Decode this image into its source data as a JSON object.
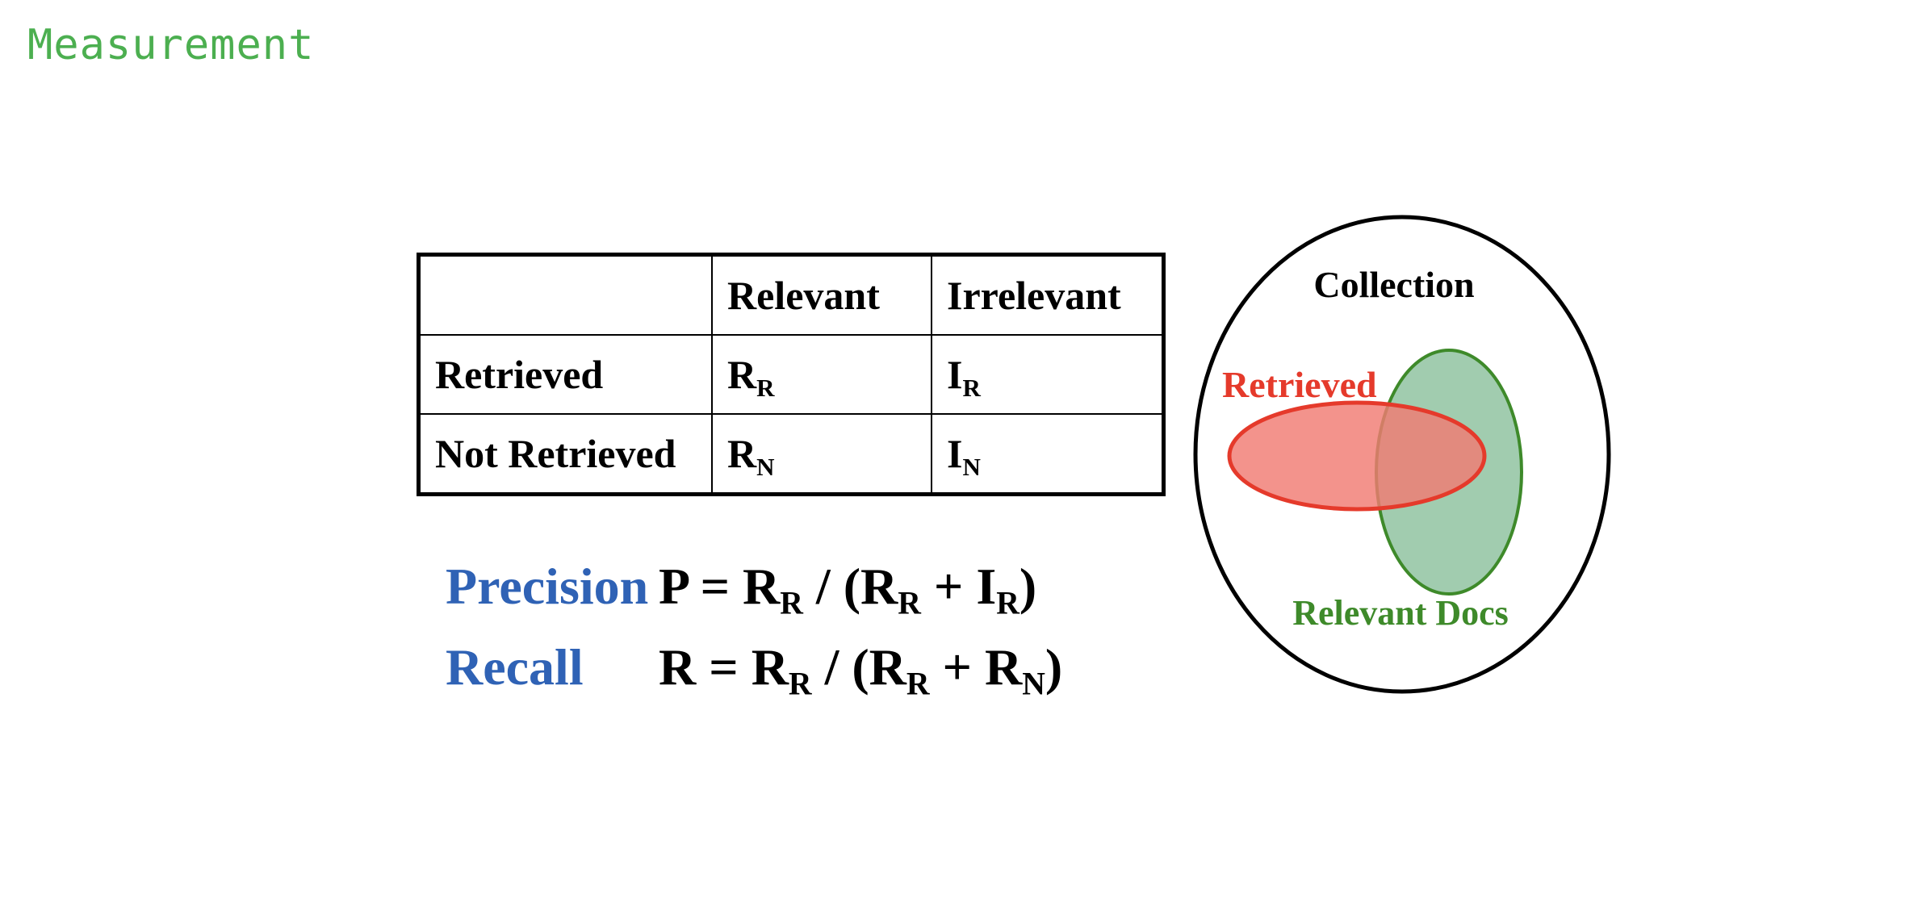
{
  "title": "Measurement",
  "table": {
    "header": [
      "",
      "Relevant",
      "Irrelevant"
    ],
    "rows": [
      {
        "label": "Retrieved",
        "cells": [
          {
            "main": "R",
            "sub": "R"
          },
          {
            "main": "I",
            "sub": "R"
          }
        ]
      },
      {
        "label": "Not Retrieved",
        "cells": [
          {
            "main": "R",
            "sub": "N"
          },
          {
            "main": "I",
            "sub": "N"
          }
        ]
      }
    ]
  },
  "formulas": {
    "precision": {
      "label": "Precision",
      "parts": [
        "P = R",
        "R",
        " / (R",
        "R",
        " + I",
        "R",
        ")"
      ]
    },
    "recall": {
      "label": "Recall",
      "parts": [
        "R = R",
        "R",
        " / (R",
        "R",
        " + R",
        "N",
        ")"
      ]
    }
  },
  "venn": {
    "collection_label": "Collection",
    "retrieved_label": "Retrieved",
    "relevant_label": "Relevant Docs",
    "colors": {
      "retrieved_stroke": "#e53a2b",
      "retrieved_fill": "#f07b73",
      "relevant_stroke": "#3e8a2a",
      "relevant_fill": "#7db890",
      "label_blue": "#2f62b5"
    }
  }
}
